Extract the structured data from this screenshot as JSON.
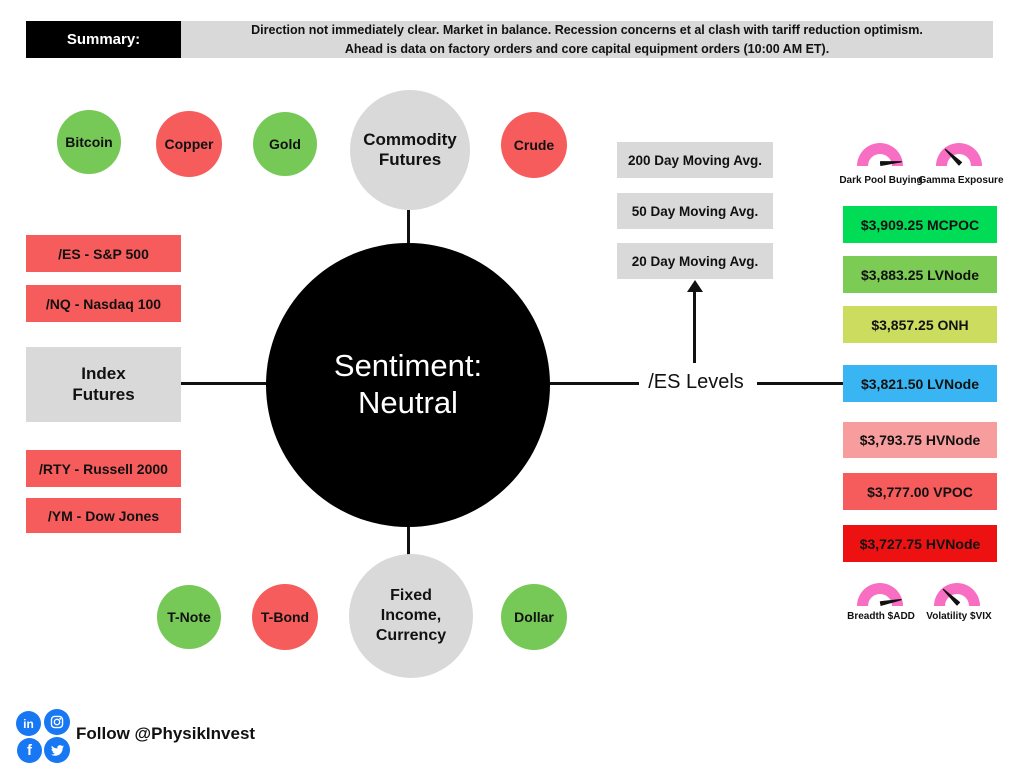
{
  "summary": {
    "label": "Summary:",
    "lines": [
      "Direction not immediately clear. Market in balance. Recession concerns et al clash with tariff reduction optimism.",
      "Ahead is data on factory orders and core capital equipment orders (10:00 AM ET)."
    ]
  },
  "sentiment": {
    "line1": "Sentiment:",
    "line2": "Neutral",
    "bg_color": "#000000",
    "text_color": "#FFFFFF"
  },
  "colors": {
    "bullish_green": "#77C957",
    "bearish_red": "#F75C5C",
    "neutral_gray": "#D9D9D9",
    "gauge_pink": "#F76EC3",
    "social_blue": "#1877F2"
  },
  "commodity_futures": {
    "hub": {
      "line1": "Commodity",
      "line2": "Futures",
      "color": "#D9D9D9"
    },
    "nodes": [
      {
        "label": "Bitcoin",
        "color": "#77C957"
      },
      {
        "label": "Copper",
        "color": "#F75C5C"
      },
      {
        "label": "Gold",
        "color": "#77C957"
      },
      {
        "label": "Crude",
        "color": "#F75C5C"
      }
    ]
  },
  "index_futures": {
    "hub": {
      "line1": "Index",
      "line2": "Futures",
      "color": "#D9D9D9"
    },
    "nodes": [
      {
        "label": "/ES - S&P 500",
        "color": "#F75C5C"
      },
      {
        "label": "/NQ - Nasdaq 100",
        "color": "#F75C5C"
      },
      {
        "label": "/RTY - Russell 2000",
        "color": "#F75C5C"
      },
      {
        "label": "/YM - Dow Jones",
        "color": "#F75C5C"
      }
    ]
  },
  "fixed_income_currency": {
    "hub": {
      "line1": "Fixed",
      "line2": "Income,",
      "line3": "Currency",
      "color": "#D9D9D9"
    },
    "nodes": [
      {
        "label": "T-Note",
        "color": "#77C957"
      },
      {
        "label": "T-Bond",
        "color": "#F75C5C"
      },
      {
        "label": "Dollar",
        "color": "#77C957"
      }
    ]
  },
  "es_levels": {
    "label": "/ES Levels",
    "moving_averages": [
      "200 Day Moving Avg.",
      "50 Day Moving Avg.",
      "20 Day Moving Avg."
    ],
    "top_gauges": [
      {
        "label": "Dark Pool Buying"
      },
      {
        "label": "Gamma Exposure"
      }
    ],
    "bottom_gauges": [
      {
        "label": "Breadth $ADD"
      },
      {
        "label": "Volatility $VIX"
      }
    ],
    "levels": [
      {
        "label": "$3,909.25 MCPOC",
        "color": "#00DC55"
      },
      {
        "label": "$3,883.25 LVNode",
        "color": "#7CCB54"
      },
      {
        "label": "$3,857.25 ONH",
        "color": "#CBDC5F"
      },
      {
        "label": "$3,821.50 LVNode",
        "color": "#38B5F2"
      },
      {
        "label": "$3,793.75 HVNode",
        "color": "#F89D9D"
      },
      {
        "label": "$3,777.00 VPOC",
        "color": "#F75C5C"
      },
      {
        "label": "$3,727.75 HVNode",
        "color": "#EE1111"
      }
    ]
  },
  "footer": {
    "follow_text": "Follow @PhysikInvest",
    "linkedin_glyph": "in",
    "facebook_glyph": "f",
    "social_icons": [
      "linkedin-icon",
      "instagram-icon",
      "facebook-icon",
      "twitter-icon"
    ]
  }
}
